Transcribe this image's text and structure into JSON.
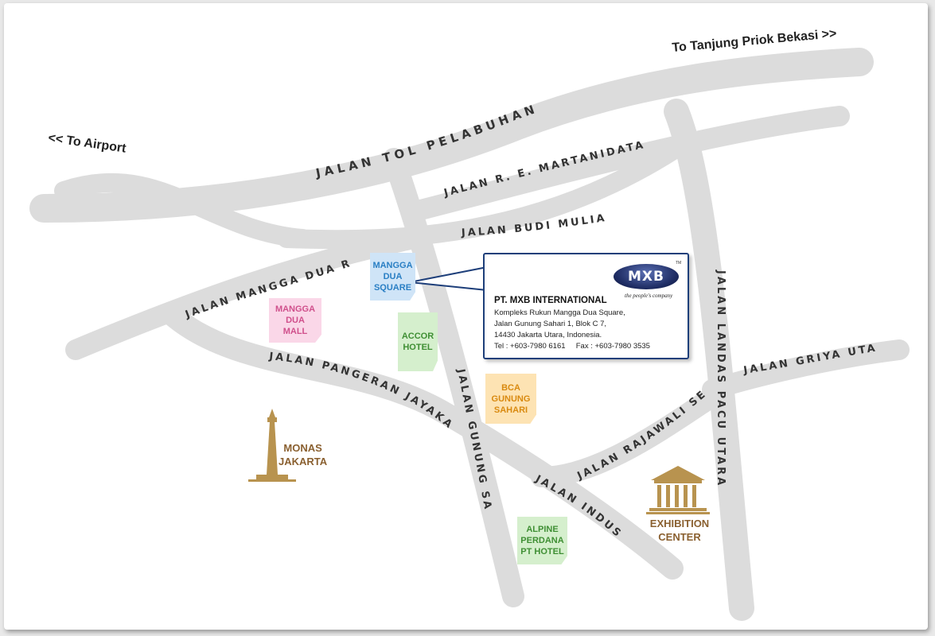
{
  "directions": {
    "airport": "<< To Airport",
    "tanjung_priok": "To Tanjung Priok Bekasi >>"
  },
  "roads": {
    "tol_pelabuhan": "JALAN TOL PELABUHAN",
    "martanidata": "JALAN R. E. MARTANIDATA",
    "budi_mulia": "JALAN BUDI MULIA",
    "mangga_dua_raya": "JALAN MANGGA DUA RAYA",
    "pangeran_jayakarta": "JALAN PANGERAN JAYAKARTA",
    "gunung_sahari": "JALAN GUNUNG SAHARI",
    "industri": "JALAN INDUSTRI",
    "rajawali_selatan": "JALAN RAJAWALI SELATAN",
    "landas_pacu_utara": "JALAN LANDAS PACU UTARA",
    "griya_utama": "JALAN GRIYA UTAMA"
  },
  "pois": {
    "mangga_dua_square": {
      "lines": [
        "MANGGA",
        "DUA",
        "SQUARE"
      ],
      "color": "#2a7fc4",
      "bg": "#cfe4f7"
    },
    "mangga_dua_mall": {
      "lines": [
        "MANGGA",
        "DUA",
        "MALL"
      ],
      "color": "#d0508c",
      "bg": "#fad7e8"
    },
    "accor_hotel": {
      "lines": [
        "ACCOR",
        "HOTEL"
      ],
      "color": "#3f8f34",
      "bg": "#d5efcd"
    },
    "bca_gunung_sahari": {
      "lines": [
        "BCA",
        "GUNUNG",
        "SAHARI"
      ],
      "color": "#d98a10",
      "bg": "#fde3b3"
    },
    "alpine_perdana": {
      "lines": [
        "ALPINE",
        "PERDANA",
        "PT HOTEL"
      ],
      "color": "#3f8f34",
      "bg": "#d5efcd"
    }
  },
  "landmarks": {
    "monas": {
      "lines": [
        "MONAS",
        "JAKARTA"
      ],
      "icon": "monument-icon"
    },
    "exhibition": {
      "lines": [
        "EXHIBITION",
        "CENTER"
      ],
      "icon": "building-columns-icon"
    }
  },
  "company": {
    "logo_text": "MXB",
    "tagline": "the people's company",
    "trademark": "TM",
    "name": "PT. MXB INTERNATIONAL",
    "address_lines": [
      "Kompleks Rukun Mangga Dua Square,",
      "Jalan Gunung Sahari 1, Blok C 7,",
      "14430 Jakarta Utara, Indonesia.",
      "Tel : +603-7980 6161     Fax : +603-7980 3535"
    ]
  },
  "colors": {
    "road": "#dcdcdc",
    "road_label": "#333333",
    "landmark": "#b8934f",
    "landmark_text": "#8a6030",
    "callout_border": "#1e3f7a"
  }
}
